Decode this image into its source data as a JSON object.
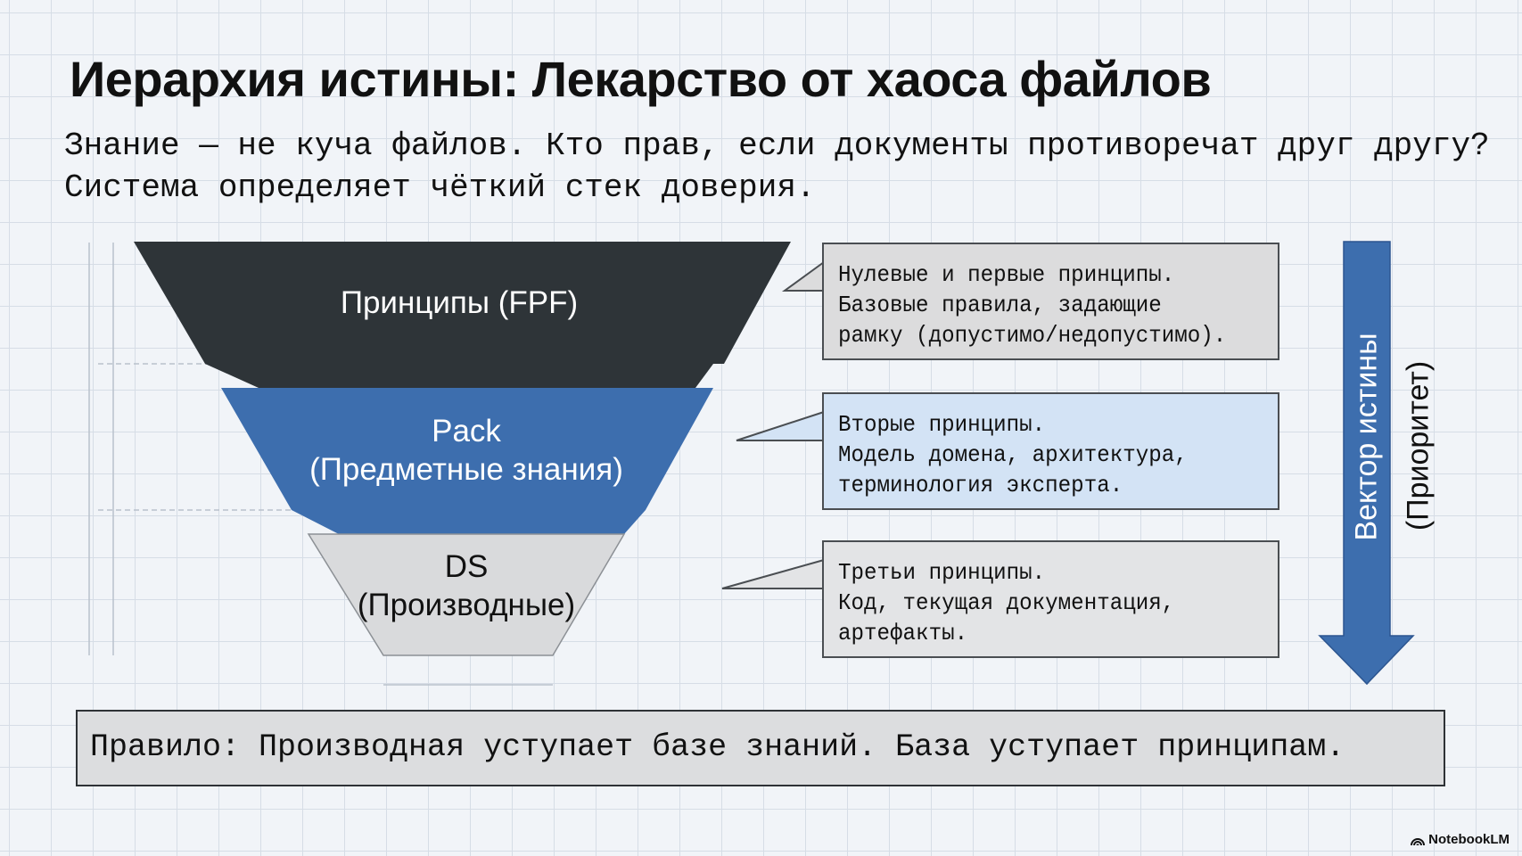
{
  "title": "Иерархия истины: Лекарство от хаоса файлов",
  "subtitle": "Знание — не куча файлов. Кто прав, если документы противоречат друг другу? Система определяет чёткий стек доверия.",
  "levels": [
    {
      "name": "Принципы (FPF)",
      "sub": "",
      "color": "#2e3438",
      "description": [
        "Нулевые и первые принципы.",
        "Базовые правила, задающие",
        "рамку (допустимо/недопустимо)."
      ],
      "box_color": "#dcdcdd"
    },
    {
      "name": "Pack",
      "sub": "(Предметные знания)",
      "color": "#3d6eae",
      "description": [
        "Вторые принципы.",
        "Модель домена, архитектура,",
        "терминология эксперта."
      ],
      "box_color": "#d3e3f5"
    },
    {
      "name": "DS",
      "sub": "(Производные)",
      "color": "#d9dadc",
      "description": [
        "Третьи принципы.",
        "Код, текущая документация,",
        "артефакты."
      ],
      "box_color": "#e3e4e6"
    }
  ],
  "arrow": {
    "label": "Вектор истины",
    "sublabel": "(Приоритет)",
    "color": "#3d6eae"
  },
  "rule": "Правило: Производная уступает базе знаний. База уступает принципам.",
  "watermark": "NotebookLM"
}
